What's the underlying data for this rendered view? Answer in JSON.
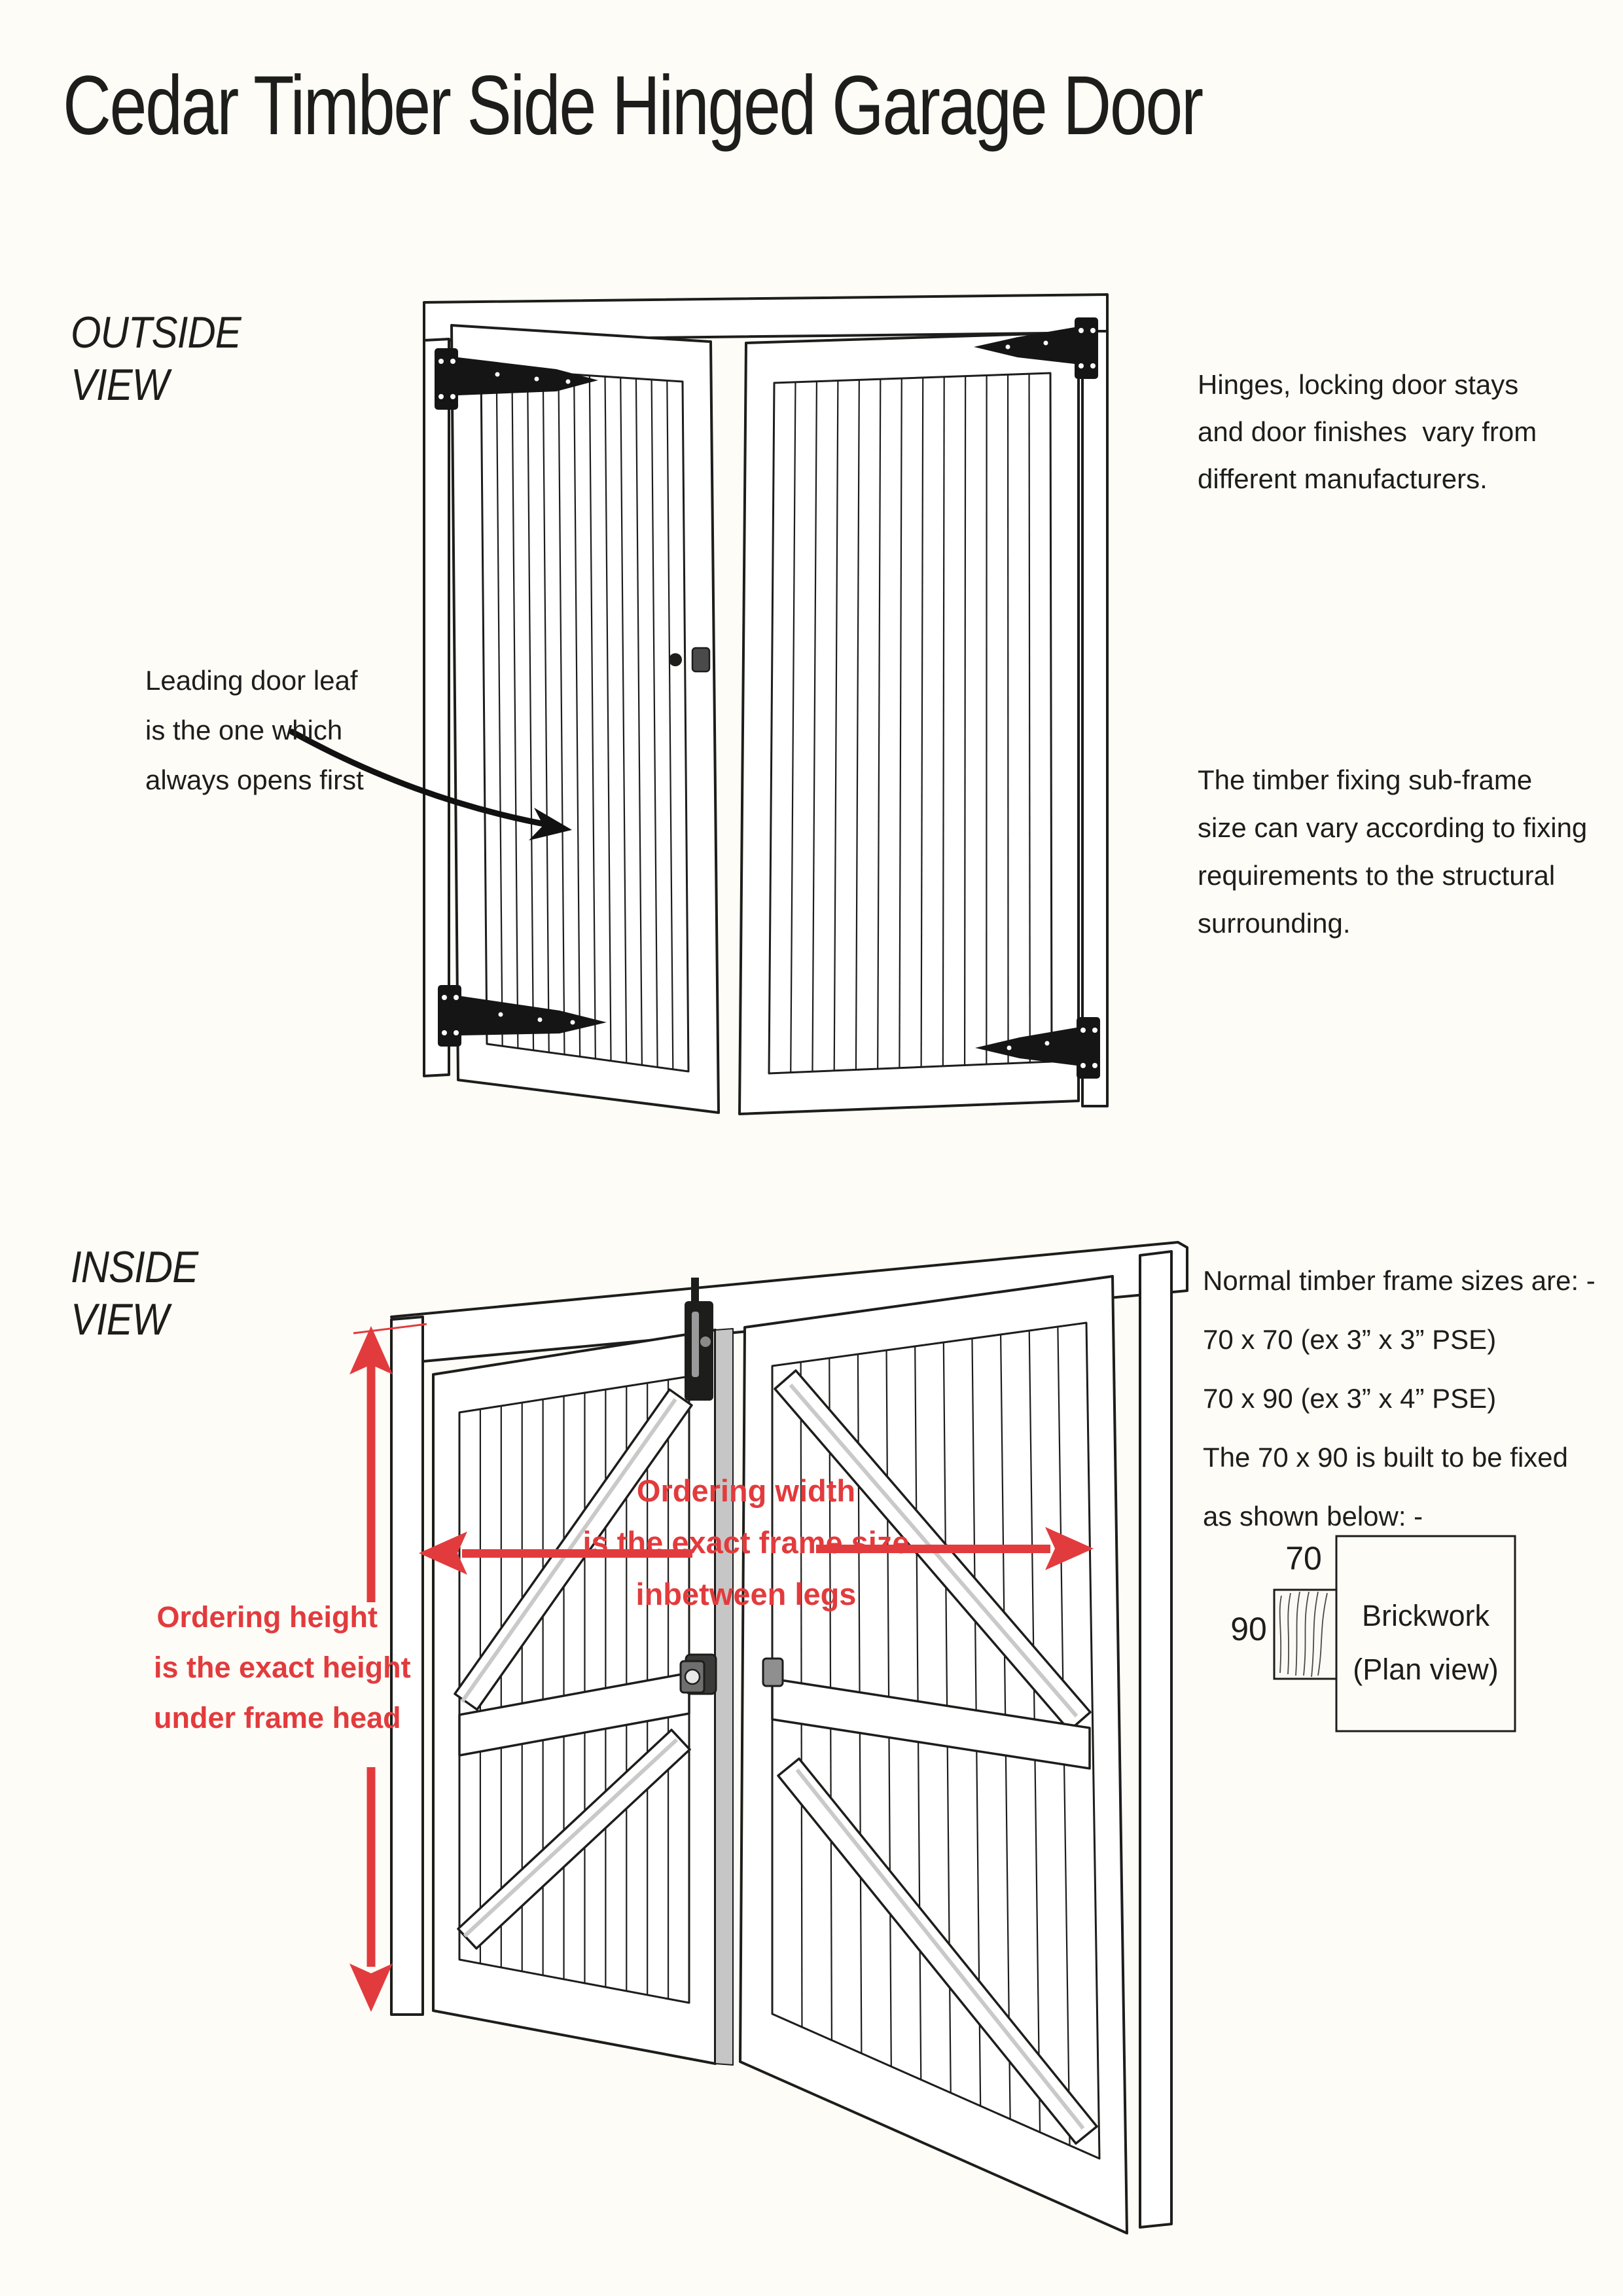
{
  "colors": {
    "paper": "#fdfcf7",
    "ink": "#1d1d1b",
    "accent_red": "#e23b3d"
  },
  "title": "Cedar Timber Side Hinged Garage Door",
  "outside": {
    "label": [
      "OUTSIDE",
      "VIEW"
    ],
    "leading_leaf_note": [
      "Leading door leaf",
      "is the one which",
      "always opens first"
    ],
    "hinges_note": [
      "Hinges, locking door stays",
      "and door finishes  vary from",
      "different manufacturers."
    ],
    "subframe_note": [
      "The timber fixing sub-frame",
      "size can vary according to fixing",
      "requirements to the structural",
      "surrounding."
    ]
  },
  "inside": {
    "label": [
      "INSIDE",
      "VIEW"
    ],
    "ordering_width": [
      "Ordering width",
      "is the exact frame size",
      "inbetween legs"
    ],
    "ordering_height": [
      "Ordering height",
      "is the exact height",
      "under frame head"
    ],
    "frame_sizes_note": [
      "Normal timber frame sizes are: -",
      "70 x 70 (ex 3” x 3” PSE)",
      "70 x 90 (ex 3” x 4” PSE)",
      "The 70 x 90 is built to be fixed",
      "as shown below: -"
    ],
    "plan_detail": {
      "width_dim": "70",
      "depth_dim": "90",
      "label": [
        "Brickwork",
        "(Plan view)"
      ]
    }
  }
}
